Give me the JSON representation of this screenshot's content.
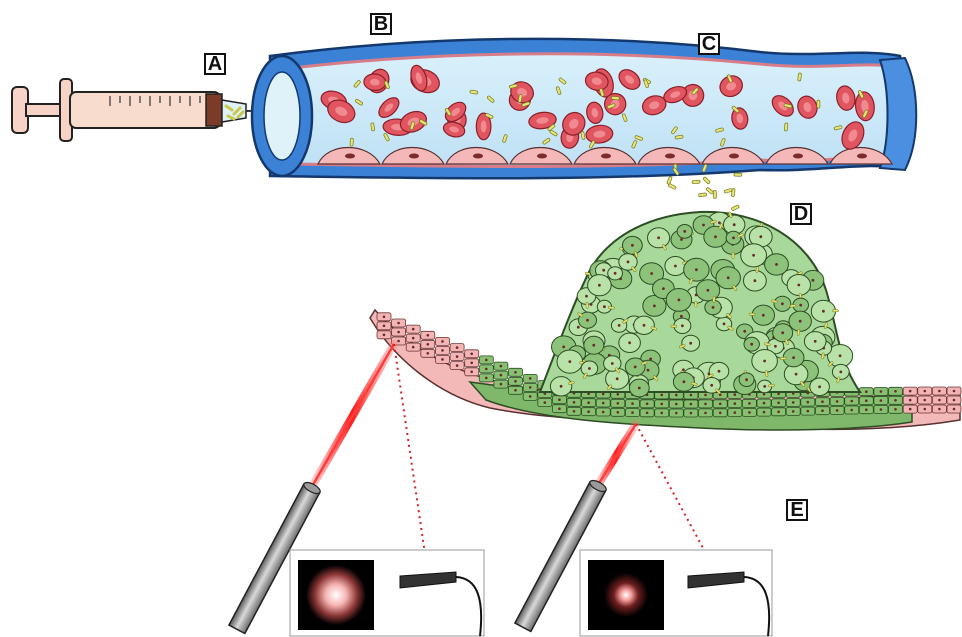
{
  "labels": {
    "a": "A",
    "b": "B",
    "c": "C",
    "d": "D",
    "e": "E"
  },
  "colors": {
    "vessel_wall": "#3b82d6",
    "vessel_lumen": "#cfe9f9",
    "red_blood_cell": "#e0555f",
    "endothelium": "#f4b8b8",
    "nanoparticle": "#e4e477",
    "tumor_cell": "#a8d89a",
    "laser": "#ff2a2a",
    "fiber": "#8a8a8a"
  },
  "icons": [
    "syringe-icon",
    "blood-vessel",
    "red-blood-cells",
    "nanoparticles",
    "tumor-mass",
    "skin-tissue",
    "optical-fiber-icon",
    "laser-beam",
    "detector-icon",
    "light-spot"
  ]
}
